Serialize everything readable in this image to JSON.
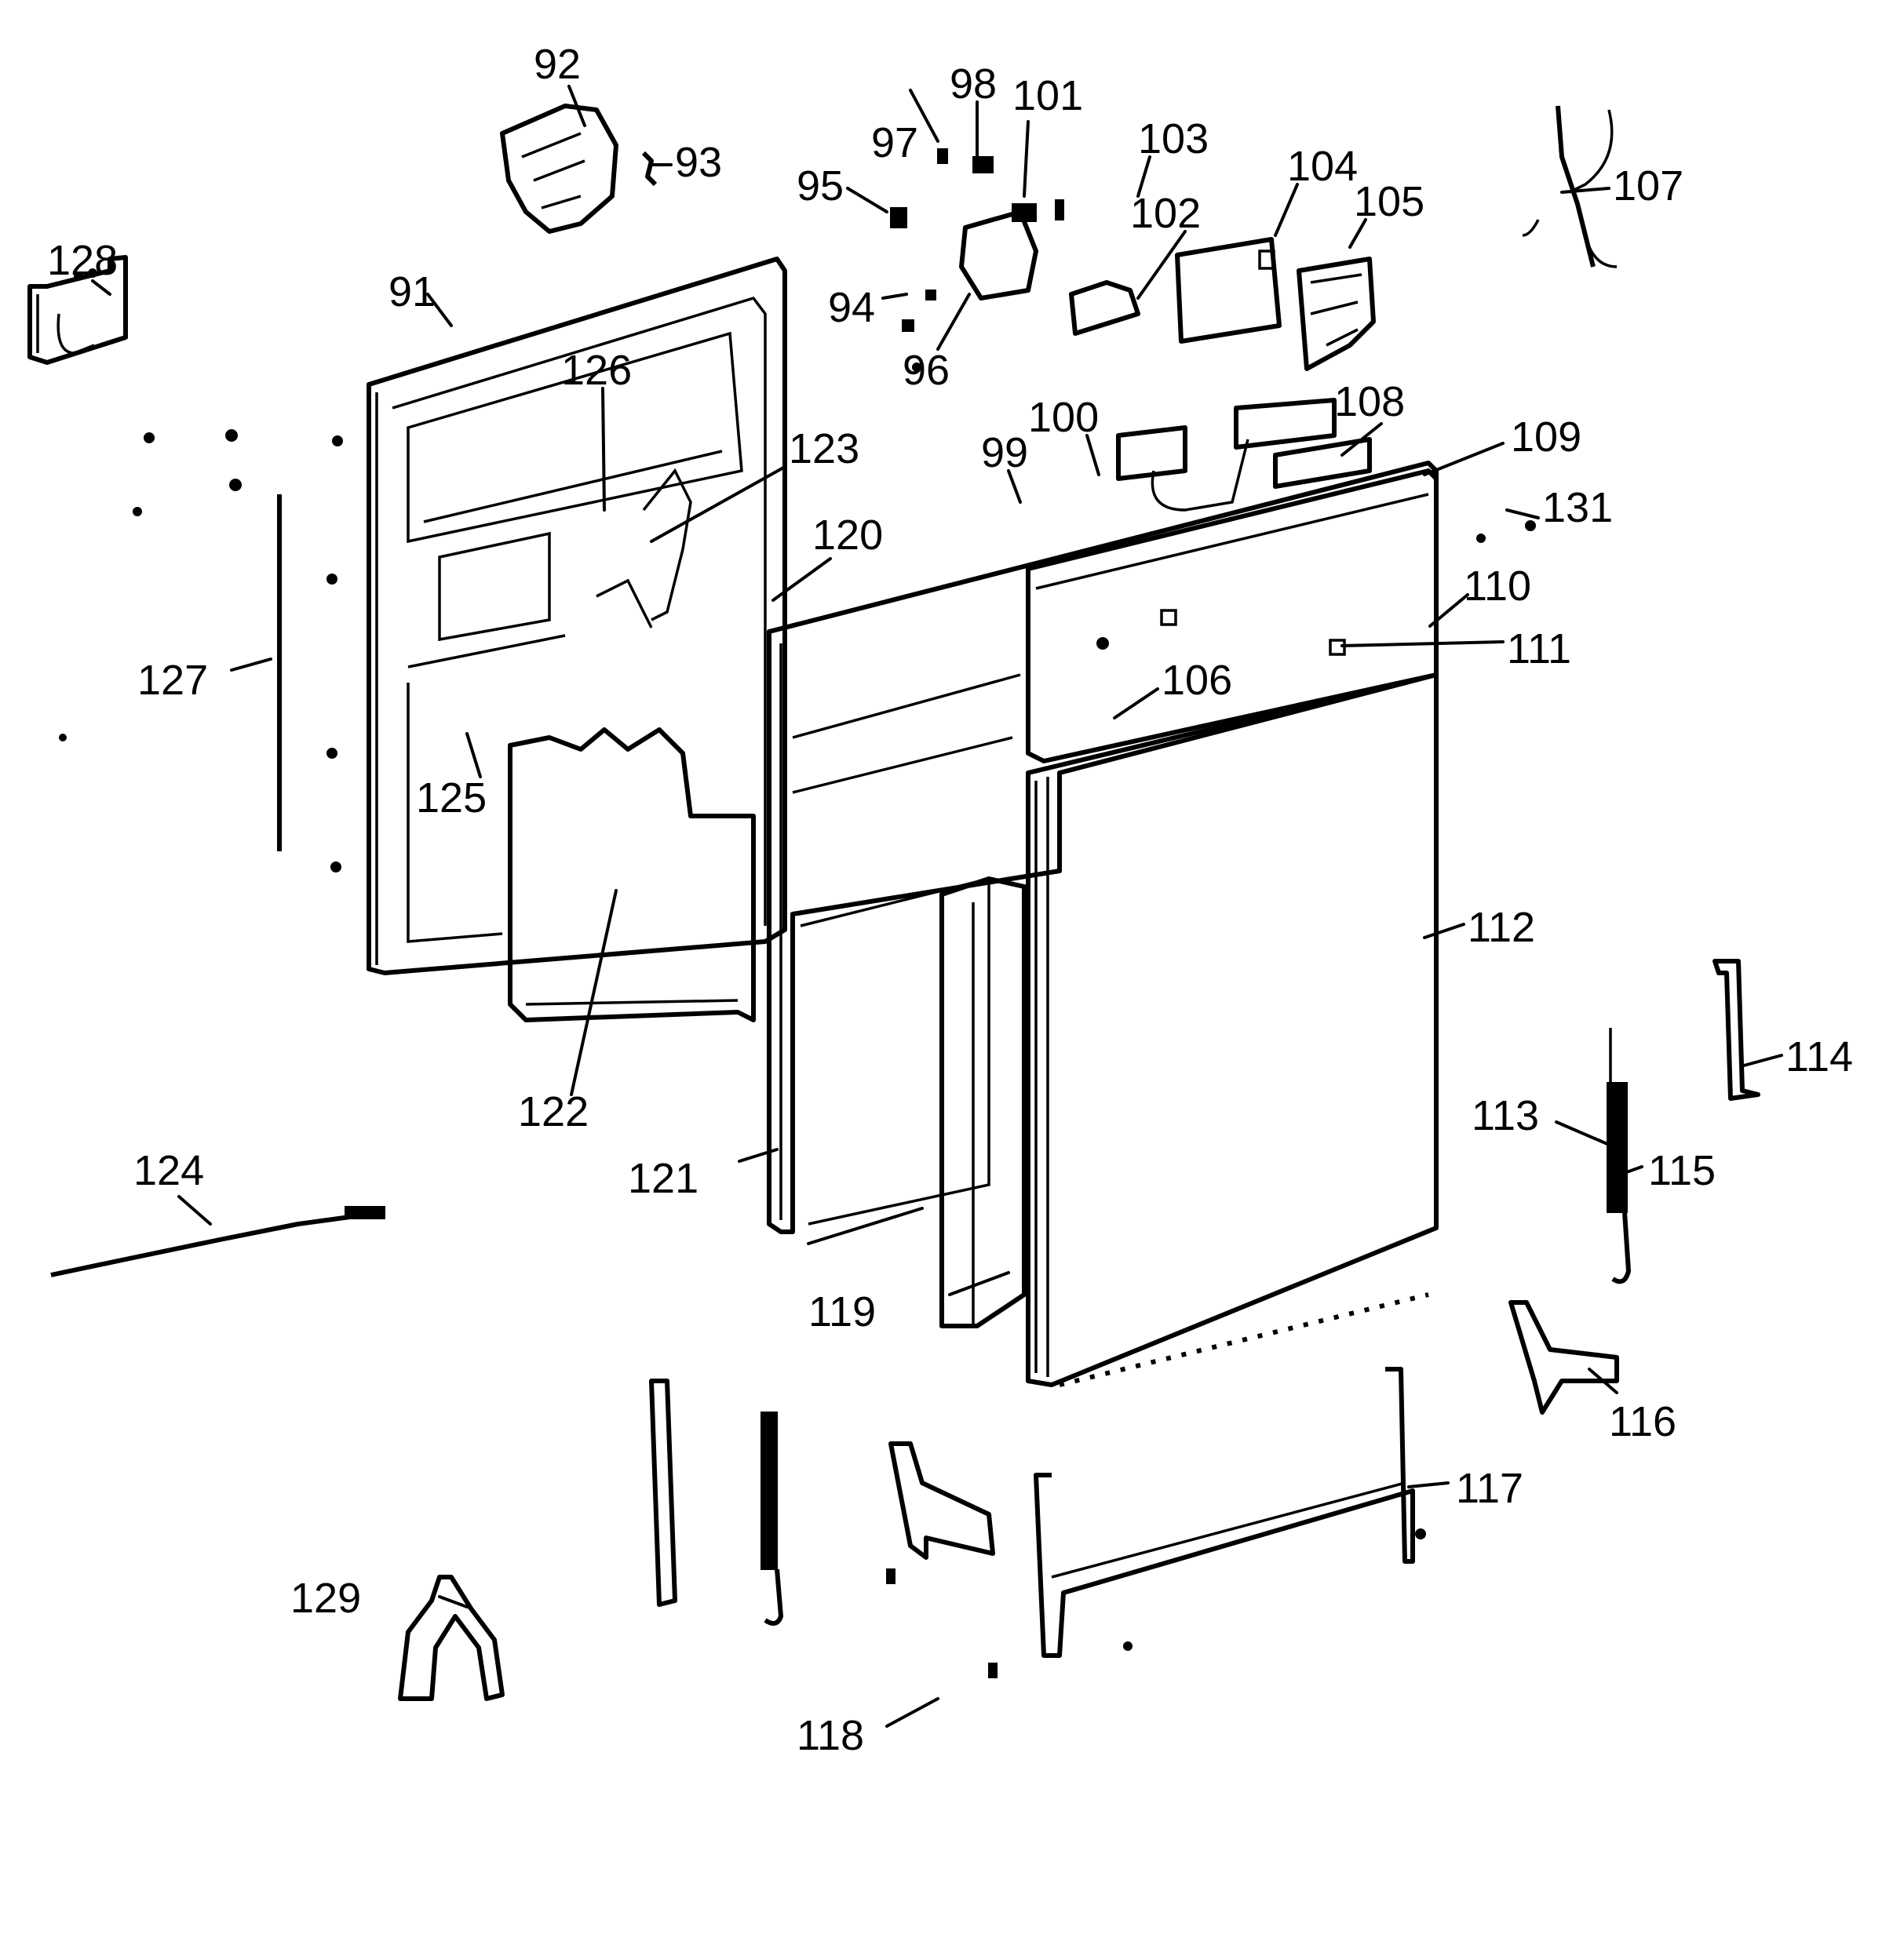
{
  "diagram": {
    "type": "exploded-parts-view",
    "subject": "door assembly",
    "callouts": [
      {
        "id": "91",
        "label": "91"
      },
      {
        "id": "92",
        "label": "92"
      },
      {
        "id": "93",
        "label": "93"
      },
      {
        "id": "94",
        "label": "94"
      },
      {
        "id": "95",
        "label": "95"
      },
      {
        "id": "96",
        "label": "96"
      },
      {
        "id": "97",
        "label": "97"
      },
      {
        "id": "98",
        "label": "98"
      },
      {
        "id": "99",
        "label": "99"
      },
      {
        "id": "100",
        "label": "100"
      },
      {
        "id": "101",
        "label": "101"
      },
      {
        "id": "102",
        "label": "102"
      },
      {
        "id": "103",
        "label": "103"
      },
      {
        "id": "104",
        "label": "104"
      },
      {
        "id": "105",
        "label": "105"
      },
      {
        "id": "106",
        "label": "106"
      },
      {
        "id": "107",
        "label": "107"
      },
      {
        "id": "108",
        "label": "108"
      },
      {
        "id": "109",
        "label": "109"
      },
      {
        "id": "110",
        "label": "110"
      },
      {
        "id": "111",
        "label": "111"
      },
      {
        "id": "112",
        "label": "112"
      },
      {
        "id": "113",
        "label": "113"
      },
      {
        "id": "114",
        "label": "114"
      },
      {
        "id": "115",
        "label": "115"
      },
      {
        "id": "116",
        "label": "116"
      },
      {
        "id": "117",
        "label": "117"
      },
      {
        "id": "118",
        "label": "118"
      },
      {
        "id": "119",
        "label": "119"
      },
      {
        "id": "120",
        "label": "120"
      },
      {
        "id": "121",
        "label": "121"
      },
      {
        "id": "122",
        "label": "122"
      },
      {
        "id": "123",
        "label": "123"
      },
      {
        "id": "124",
        "label": "124"
      },
      {
        "id": "125",
        "label": "125"
      },
      {
        "id": "126",
        "label": "126"
      },
      {
        "id": "127",
        "label": "127"
      },
      {
        "id": "128",
        "label": "128"
      },
      {
        "id": "129",
        "label": "129"
      },
      {
        "id": "131",
        "label": "131"
      }
    ]
  }
}
